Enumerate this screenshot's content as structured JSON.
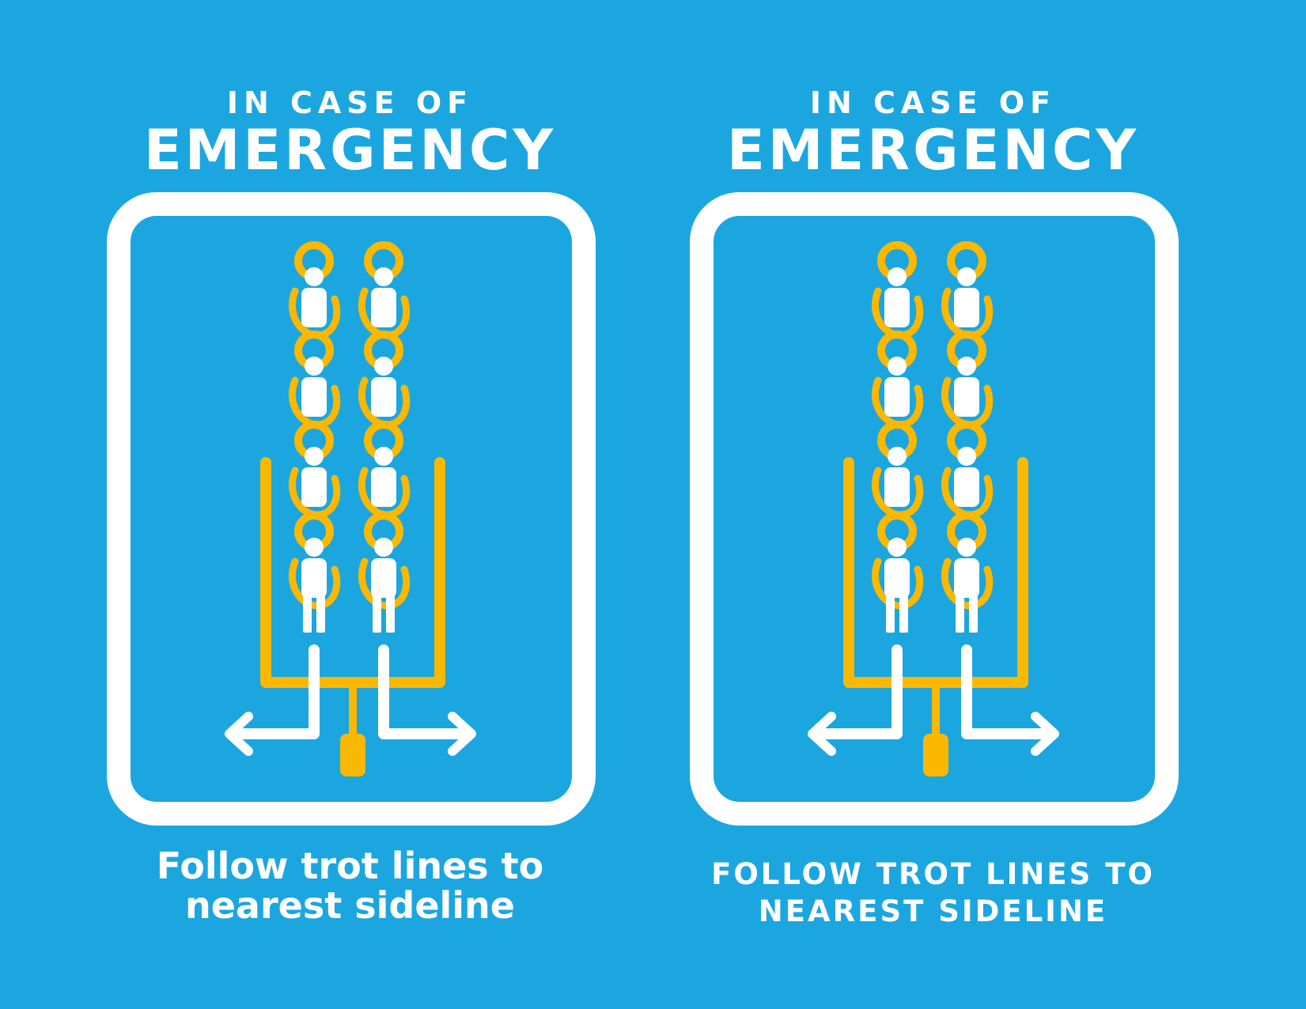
{
  "colors": {
    "background": "#1ba6e0",
    "frame": "#ffffff",
    "figure_accent": "#fbb800",
    "figure": "#ffffff",
    "arrow": "#ffffff"
  },
  "signs": [
    {
      "heading_top": "IN CASE OF",
      "heading_main": "EMERGENCY",
      "caption_line1": "Follow trot lines to",
      "caption_line2": "nearest sideline"
    },
    {
      "heading_top": "IN CASE OF",
      "heading_main": "EMERGENCY",
      "caption_line1": "FOLLOW TROT LINES TO",
      "caption_line2": "NEAREST SIDELINE"
    }
  ],
  "icons": {
    "people": "person-with-halo-icon",
    "goalpost": "goalpost-icon",
    "arrow_left": "arrow-left-icon",
    "arrow_right": "arrow-right-icon"
  }
}
